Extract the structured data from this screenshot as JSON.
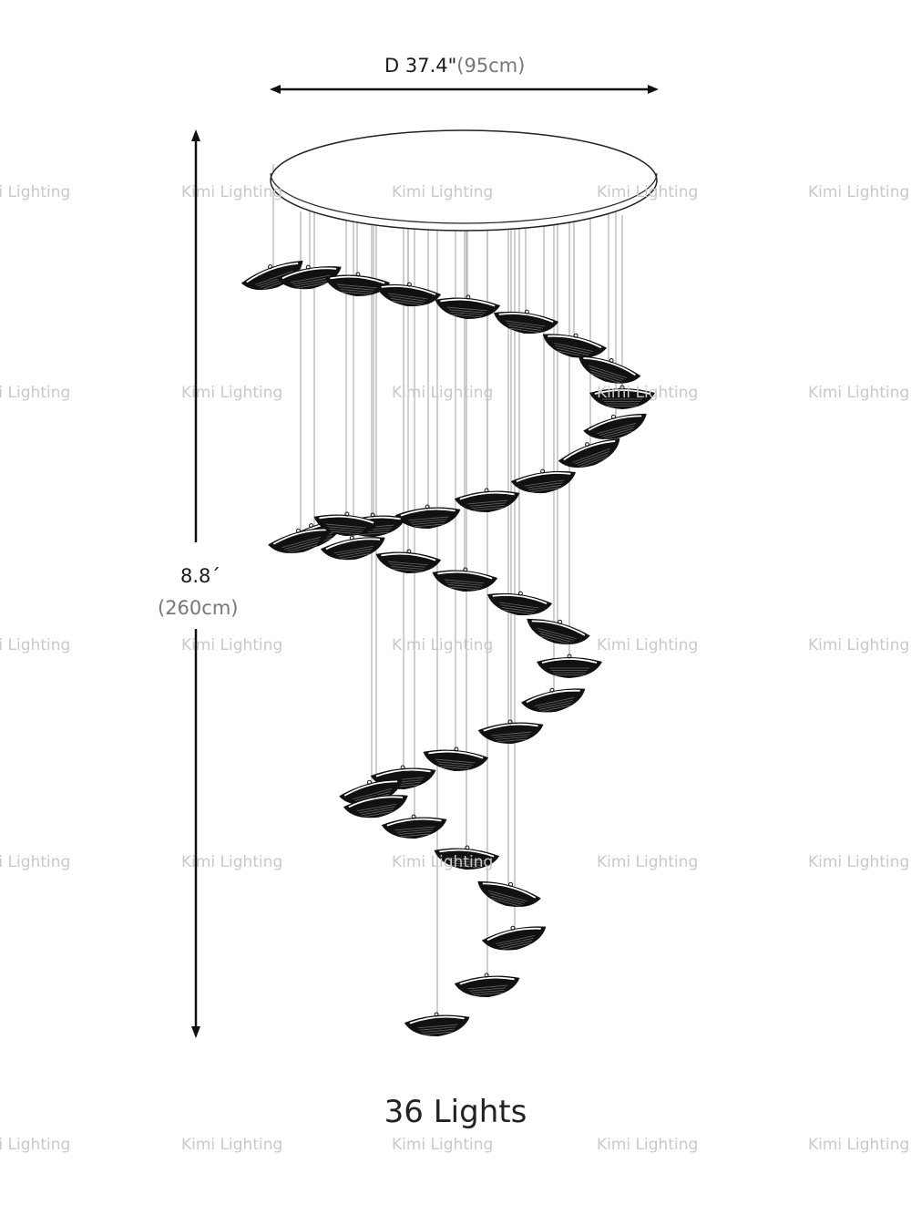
{
  "watermark": "Kimi Lighting",
  "dimensions": {
    "diameter_label": "D 37.4\"",
    "diameter_metric": "(95cm)",
    "height_label": "8.8´",
    "height_metric": "(260cm)"
  },
  "caption": "36 Lights",
  "colors": {
    "line": "#111111",
    "wire": "#b5b5b5",
    "watermark": "#c9c9c9"
  }
}
